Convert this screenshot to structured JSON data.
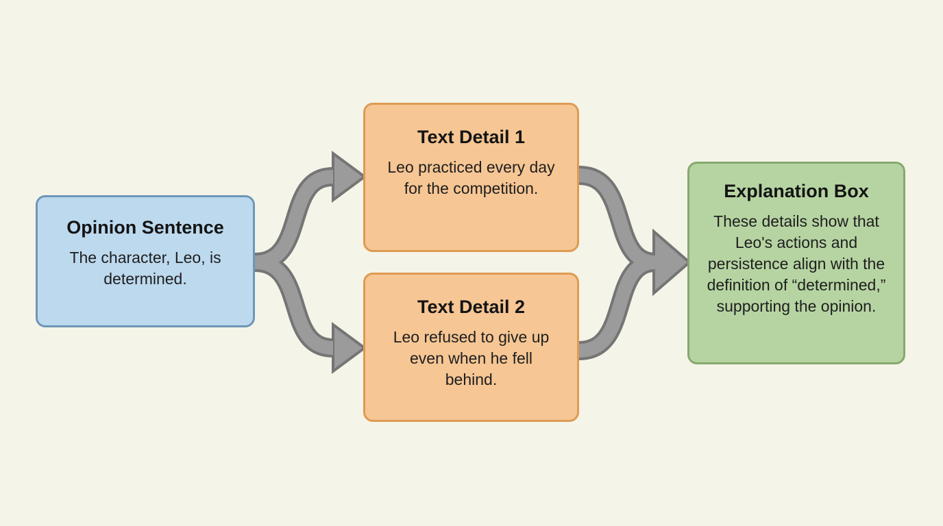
{
  "diagram": {
    "background_color": "#f5f4e8",
    "arrow_fill_color": "#9b9b9b",
    "arrow_outline_color": "#757575",
    "boxes": {
      "opinion": {
        "title": "Opinion Sentence",
        "body": "The character, Leo, is determined.",
        "fill": "#bdd9ee",
        "border": "#6e96b9"
      },
      "detail1": {
        "title": "Text Detail 1",
        "body": "Leo practiced every day for the competition.",
        "fill": "#f6c694",
        "border": "#de9b53"
      },
      "detail2": {
        "title": "Text Detail 2",
        "body": "Leo refused to give up even when he fell behind.",
        "fill": "#f6c694",
        "border": "#de9b53"
      },
      "explanation": {
        "title": "Explanation Box",
        "body": "These details show that Leo's actions and persistence align with the definition of “determined,” supporting the opinion.",
        "fill": "#b6d4a2",
        "border": "#86a96e"
      }
    },
    "connections": [
      {
        "from": "opinion",
        "to": "detail1"
      },
      {
        "from": "opinion",
        "to": "detail2"
      },
      {
        "from": "detail1",
        "to": "explanation"
      },
      {
        "from": "detail2",
        "to": "explanation"
      }
    ]
  }
}
